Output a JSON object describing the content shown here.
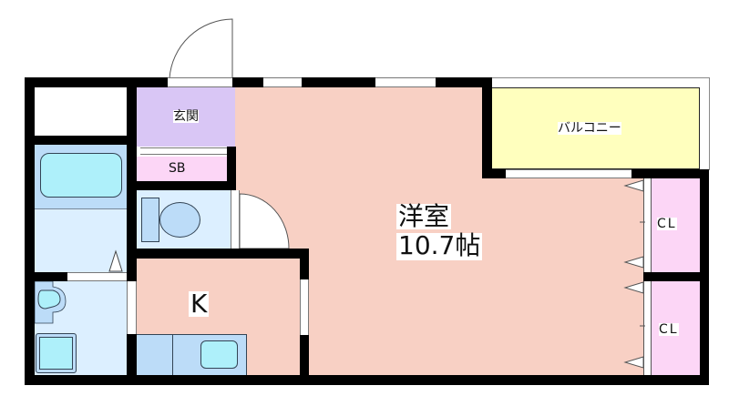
{
  "floorplan": {
    "rooms": {
      "entrance": {
        "label": "玄関",
        "color": "#d9c6f5"
      },
      "shoe_box": {
        "label": "SB",
        "color": "#fcd6f6"
      },
      "western_room": {
        "label_line1": "洋室",
        "label_line2": "10.7帖",
        "color": "#f8d0c4"
      },
      "balcony": {
        "label": "バルコニー",
        "color": "#ffffbe"
      },
      "closet_upper": {
        "label": "CL",
        "color": "#fcd6f6"
      },
      "closet_lower": {
        "label": "CL",
        "color": "#fcd6f6"
      },
      "kitchen": {
        "label": "K",
        "color": "#f8d0c4"
      },
      "bathroom": {
        "color": "#dcefff"
      },
      "toilet": {
        "color": "#dcefff"
      },
      "washroom": {
        "color": "#dcefff"
      }
    },
    "colors": {
      "wall": "#000000",
      "fixture_light": "#aef0fa",
      "fixture_mid": "#bcdcf8"
    }
  }
}
